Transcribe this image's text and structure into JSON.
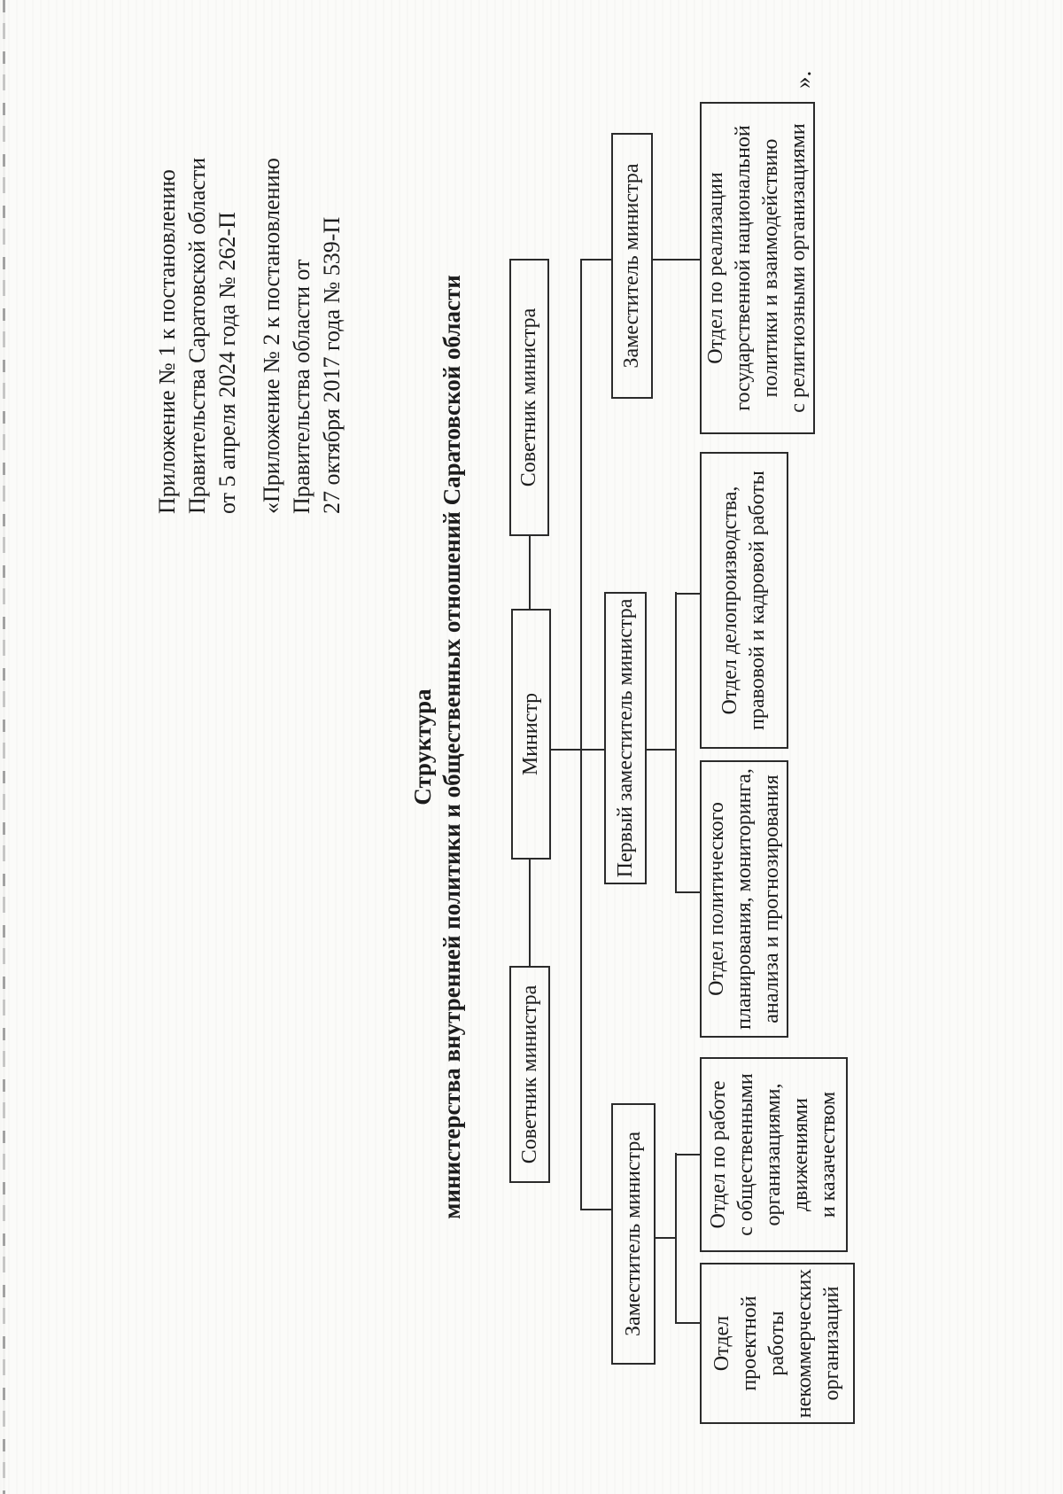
{
  "document": {
    "appendix_notes": [
      "Приложение № 1 к постановлению\nПравительства Саратовской области\nот 5 апреля 2024 года № 262-П",
      "«Приложение № 2 к постановлению\nПравительства области от\n27 октября 2017 года № 539-П"
    ],
    "title_line1": "Структура",
    "title_line2": "министерства внутренней политики и общественных отношений Саратовской области",
    "closing_mark": "»."
  },
  "org_chart": {
    "nodes": {
      "advisor_left": {
        "label": "Советник министра"
      },
      "minister": {
        "label": "Министр"
      },
      "advisor_right": {
        "label": "Советник министра"
      },
      "deputy_left": {
        "label": "Заместитель министра"
      },
      "first_deputy": {
        "label": "Первый заместитель министра"
      },
      "deputy_right": {
        "label": "Заместитель министра"
      },
      "dept_project_nko": {
        "label": "Отдел\nпроектной\nработы\nнекоммерческих\nорганизаций"
      },
      "dept_public_orgs": {
        "label": "Отдел по работе\nс общественными\nорганизациями,\nдвижениями\nи казачеством"
      },
      "dept_political": {
        "label": "Отдел политического\nпланирования, мониторинга,\nанализа и прогнозирования"
      },
      "dept_records": {
        "label": "Отдел делопроизводства,\nправовой и кадровой работы"
      },
      "dept_national": {
        "label": "Отдел по реализации\nгосударственной национальной\nполитики и взаимодействию\nс религиозными организациями"
      }
    },
    "edges": [
      [
        "minister",
        "advisor_left"
      ],
      [
        "minister",
        "advisor_right"
      ],
      [
        "minister",
        "deputy_left"
      ],
      [
        "minister",
        "first_deputy"
      ],
      [
        "minister",
        "deputy_right"
      ],
      [
        "deputy_left",
        "dept_project_nko"
      ],
      [
        "deputy_left",
        "dept_public_orgs"
      ],
      [
        "first_deputy",
        "dept_political"
      ],
      [
        "first_deputy",
        "dept_records"
      ],
      [
        "deputy_right",
        "dept_national"
      ]
    ]
  },
  "colors": {
    "ink": "#1c1c1c",
    "line": "#2b2b2b",
    "paper": "#fbfbf9"
  }
}
